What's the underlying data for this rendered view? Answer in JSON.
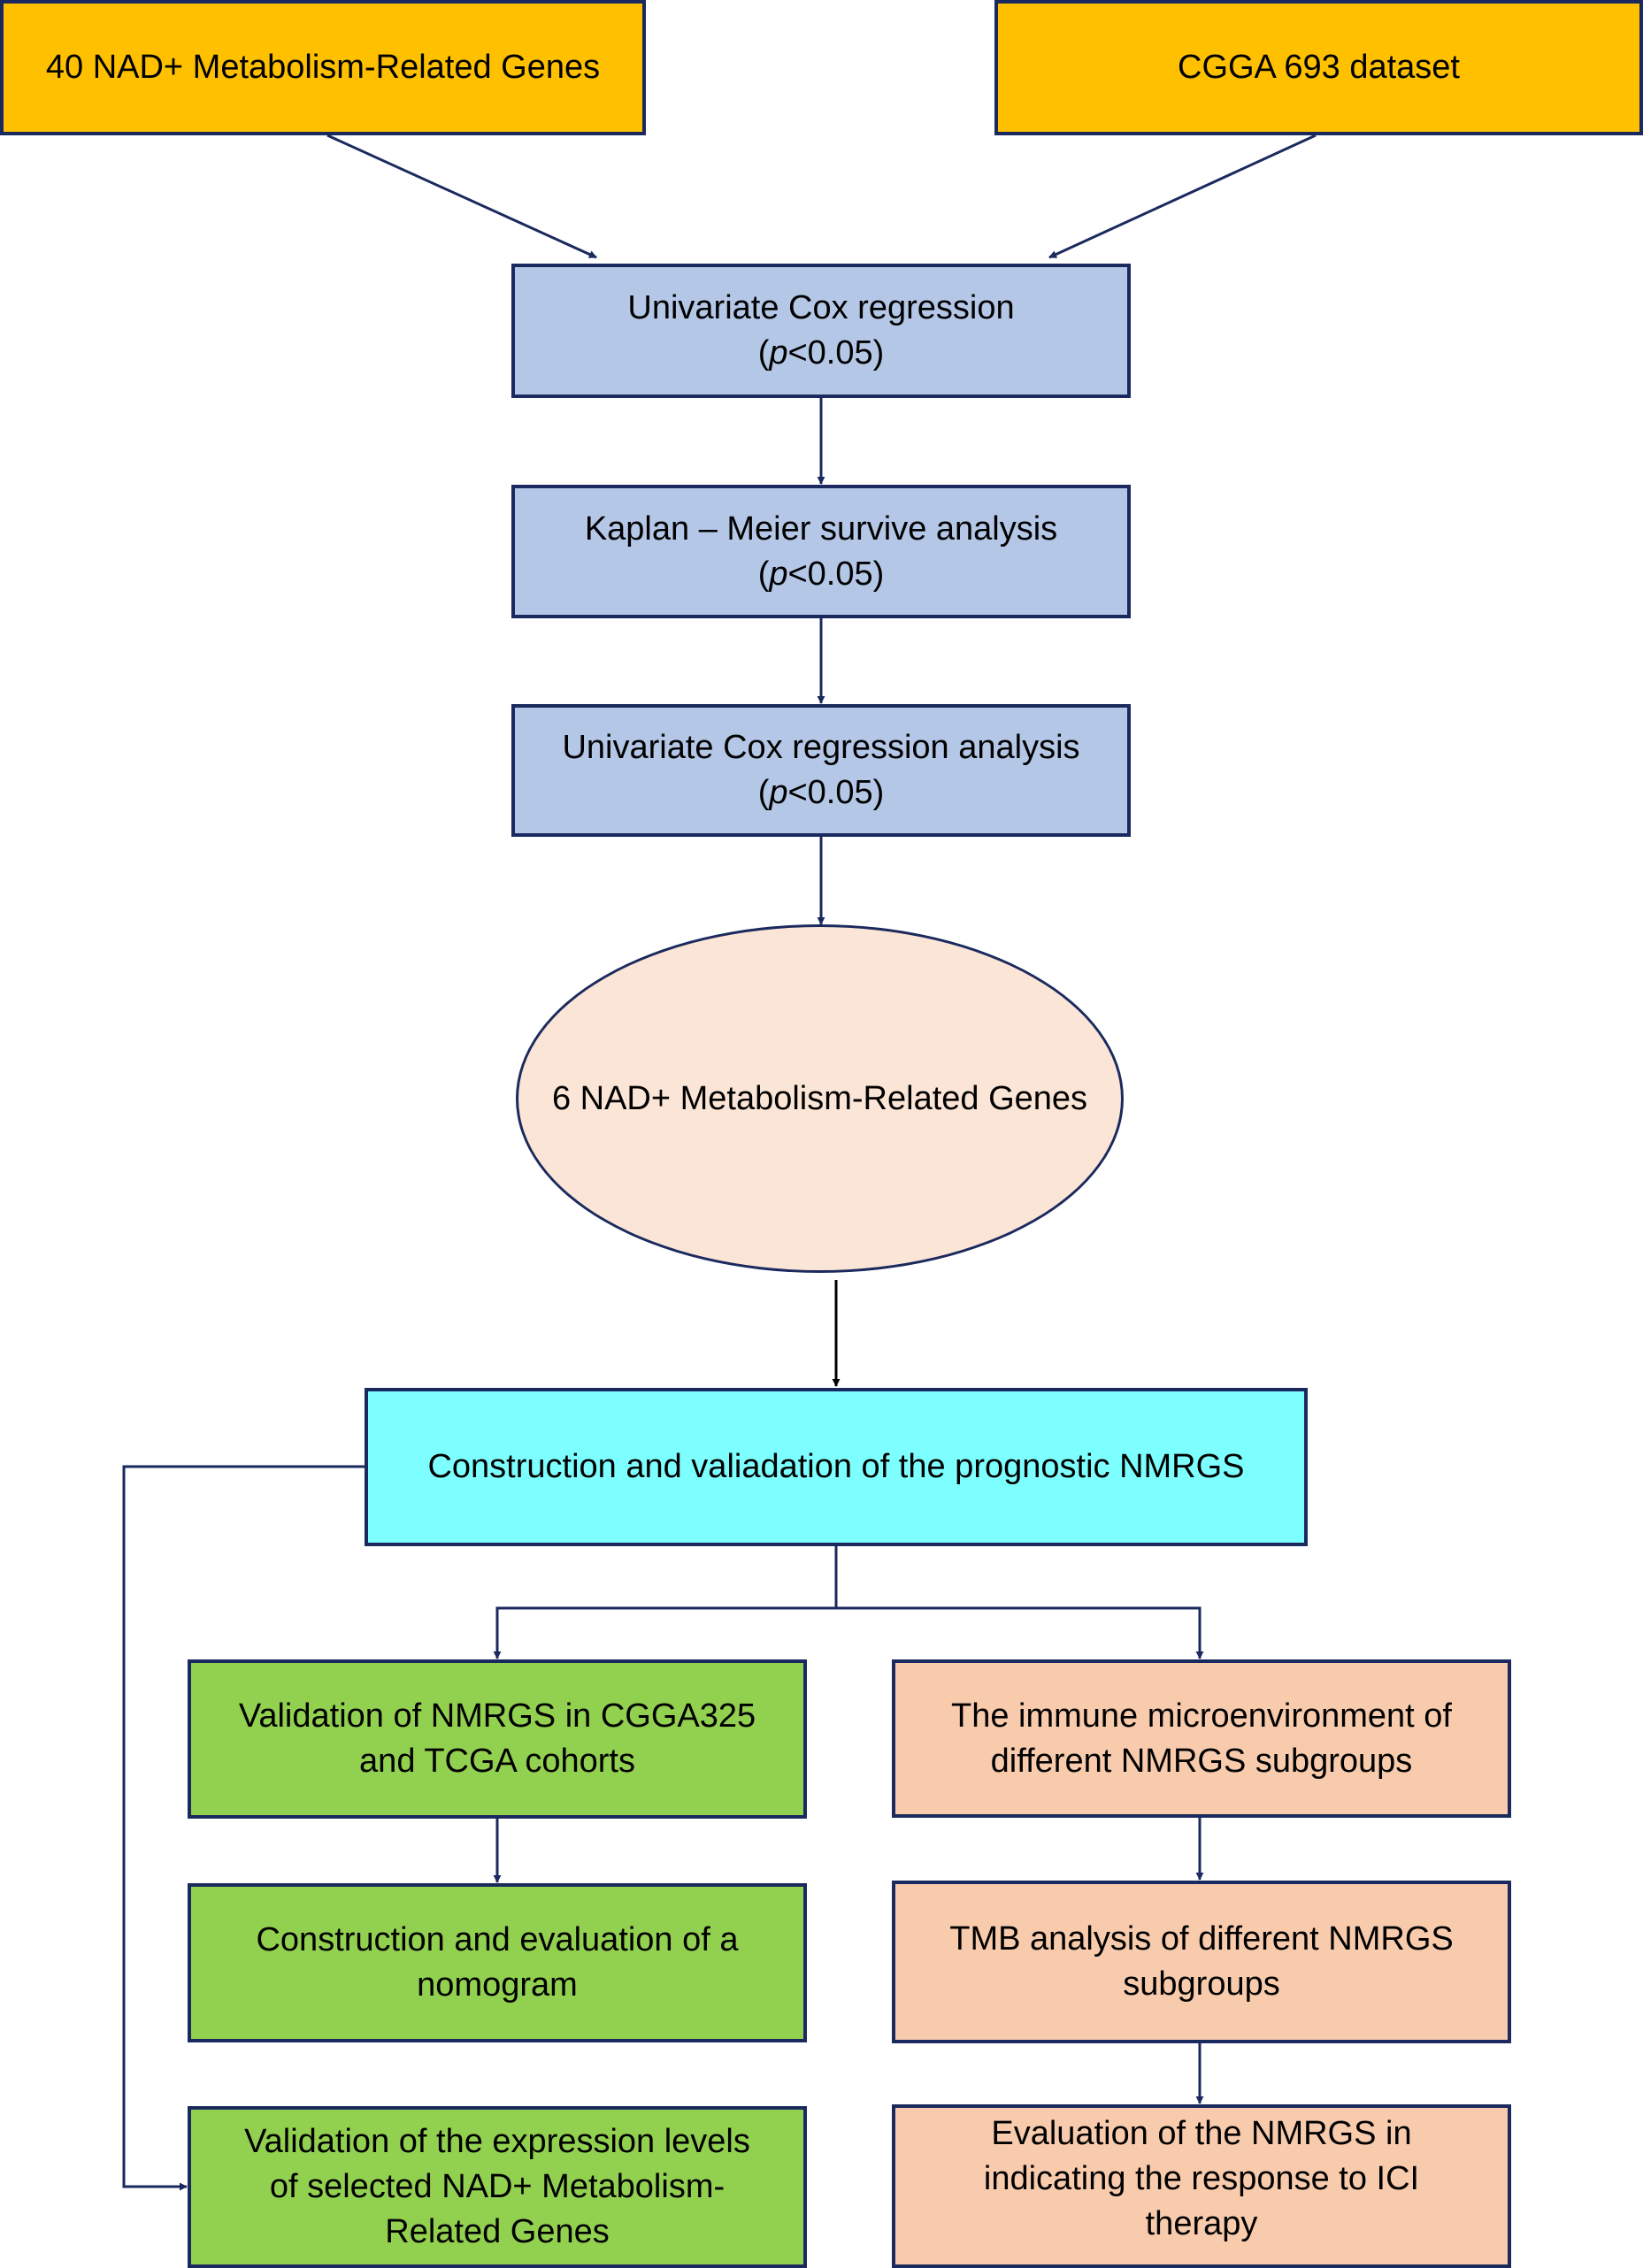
{
  "colors": {
    "input_box": "#ffc000",
    "analysis_box": "#b4c7e7",
    "gene_ellipse": "#fbe5d6",
    "signature_box": "#7dffff",
    "validation_box": "#92d050",
    "immune_box": "#f8cbad",
    "stroke": "#1b2a5e"
  },
  "inputs": {
    "genes": "40 NAD+ Metabolism-Related Genes",
    "dataset": "CGGA 693 dataset"
  },
  "steps": {
    "cox1": {
      "line1": "Univariate Cox regression",
      "p_symbol": "p",
      "p_rest": "<0.05"
    },
    "km": {
      "line1": "Kaplan – Meier survive analysis",
      "p_symbol": "p",
      "p_rest": "<0.05"
    },
    "cox2": {
      "line1": "Univariate Cox regression analysis",
      "p_symbol": "p",
      "p_rest": "<0.05"
    }
  },
  "genes_result": "6 NAD+ Metabolism-Related Genes",
  "signature": "Construction and valiadation of the prognostic NMRGS",
  "left_branch": {
    "validation": [
      "Validation of NMRGS in CGGA325",
      "and TCGA cohorts"
    ],
    "nomogram": [
      "Construction and evaluation of a",
      "nomogram"
    ],
    "expression": [
      "Validation of the expression levels",
      "of selected NAD+ Metabolism-",
      "Related Genes"
    ]
  },
  "right_branch": {
    "immune": [
      "The immune microenvironment of",
      "different NMRGS subgroups"
    ],
    "tmb": [
      "TMB analysis of different NMRGS",
      "subgroups"
    ],
    "ici": [
      "Evaluation of the NMRGS in",
      "indicating the response to ICI",
      "therapy"
    ]
  }
}
